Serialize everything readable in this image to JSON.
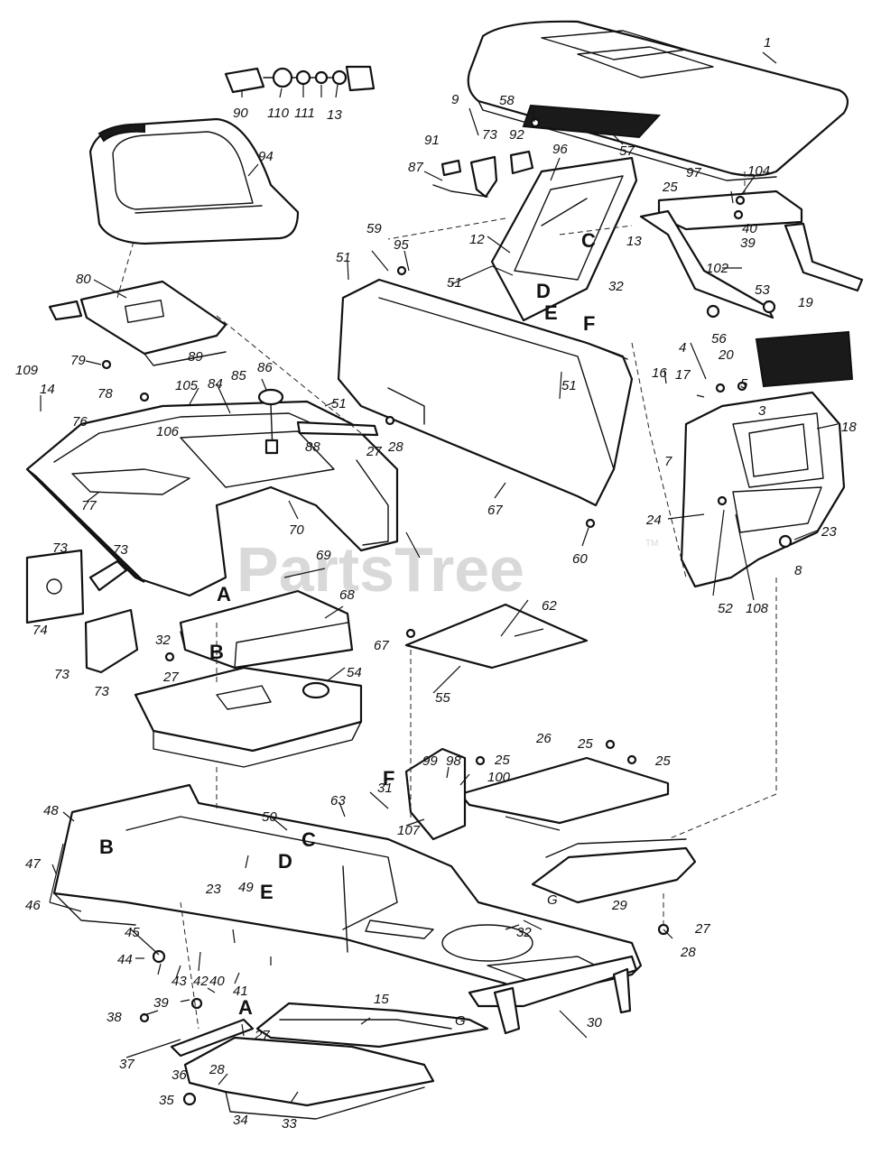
{
  "watermark": {
    "text": "PartsTree",
    "trademark": "TM"
  },
  "callouts": [
    "1",
    "3",
    "4",
    "5",
    "7",
    "8",
    "9",
    "12",
    "13",
    "13b",
    "14",
    "15",
    "16",
    "17",
    "18",
    "19",
    "20",
    "23",
    "23b",
    "24",
    "25",
    "25b",
    "25c",
    "25d",
    "26",
    "27",
    "27b",
    "27c",
    "27d",
    "28",
    "28b",
    "28c",
    "29",
    "30",
    "31",
    "32",
    "32b",
    "32c",
    "33",
    "34",
    "35",
    "36",
    "37",
    "38",
    "39",
    "39b",
    "40",
    "40b",
    "41",
    "42",
    "43",
    "44",
    "45",
    "46",
    "47",
    "48",
    "49",
    "50",
    "51",
    "51b",
    "51c",
    "51d",
    "52",
    "53",
    "54",
    "55",
    "56",
    "57",
    "58",
    "59",
    "60",
    "62",
    "63",
    "67",
    "67b",
    "68",
    "69",
    "70",
    "73",
    "73b",
    "73c",
    "73d",
    "73e",
    "74",
    "76",
    "77",
    "78",
    "79",
    "80",
    "84",
    "85",
    "86",
    "87",
    "88",
    "89",
    "90",
    "91",
    "92",
    "94",
    "95",
    "96",
    "97",
    "98",
    "99",
    "100",
    "102",
    "104",
    "105",
    "106",
    "107",
    "108",
    "109",
    "110",
    "111"
  ],
  "labels": {
    "1": "1",
    "3": "3",
    "4": "4",
    "5": "5",
    "7": "7",
    "8": "8",
    "9": "9",
    "12": "12",
    "13": "13",
    "13b": "13",
    "14": "14",
    "15": "15",
    "16": "16",
    "17": "17",
    "18": "18",
    "19": "19",
    "20": "20",
    "23": "23",
    "23b": "23",
    "24": "24",
    "25": "25",
    "25b": "25",
    "25c": "25",
    "25d": "25",
    "26": "26",
    "27": "27",
    "27b": "27",
    "27c": "27",
    "27d": "27",
    "28": "28",
    "28b": "28",
    "28c": "28",
    "29": "29",
    "30": "30",
    "31": "31",
    "32": "32",
    "32b": "32",
    "32c": "32",
    "33": "33",
    "34": "34",
    "35": "35",
    "36": "36",
    "37": "37",
    "38": "38",
    "39": "39",
    "39b": "39",
    "40": "40",
    "40b": "40",
    "41": "41",
    "42": "42",
    "43": "43",
    "44": "44",
    "45": "45",
    "46": "46",
    "47": "47",
    "48": "48",
    "49": "49",
    "50": "50",
    "51": "51",
    "51b": "51",
    "51c": "51",
    "51d": "51",
    "52": "52",
    "53": "53",
    "54": "54",
    "55": "55",
    "56": "56",
    "57": "57",
    "58": "58",
    "59": "59",
    "60": "60",
    "62": "62",
    "63": "63",
    "67": "67",
    "67b": "67",
    "68": "68",
    "69": "69",
    "70": "70",
    "73": "73",
    "73b": "73",
    "73c": "73",
    "73d": "73",
    "73e": "73",
    "74": "74",
    "76": "76",
    "77": "77",
    "78": "78",
    "79": "79",
    "80": "80",
    "84": "84",
    "85": "85",
    "86": "86",
    "87": "87",
    "88": "88",
    "89": "89",
    "90": "90",
    "91": "91",
    "92": "92",
    "94": "94",
    "95": "95",
    "96": "96",
    "97": "97",
    "98": "98",
    "99": "99",
    "100": "100",
    "102": "102",
    "104": "104",
    "105": "105",
    "106": "106",
    "107": "107",
    "108": "108",
    "109": "109",
    "110": "110",
    "111": "111"
  },
  "references": {
    "A_top": "A",
    "A_bottom": "A",
    "B_top": "B",
    "B_bottom": "B",
    "C_top": "C",
    "C_bottom": "C",
    "D_top": "D",
    "D_bottom": "D",
    "E_top": "E",
    "E_bottom": "E",
    "F_top": "F",
    "F_bottom": "F",
    "G_left": "G",
    "G_right": "G"
  }
}
